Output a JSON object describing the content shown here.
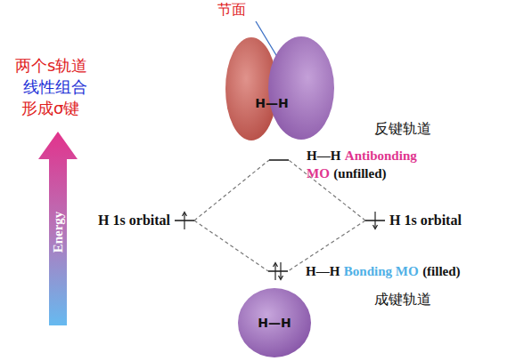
{
  "diagram": {
    "nodes": [
      {
        "text": [
          "H—H"
        ]
      },
      {
        "text": [
          "H—H",
          "Antibonding MO",
          "(unfilled)"
        ]
      },
      {
        "text": [
          "H 1s orbital"
        ]
      },
      {
        "text": [
          "H 1s orbital"
        ]
      },
      {
        "text": [
          "H—H",
          "Bonding MO",
          "(filled)"
        ]
      },
      {
        "text": [
          "H—H"
        ]
      }
    ],
    "edges": [
      {
        "from": 2,
        "to": 1,
        "arrow": "none"
      },
      {
        "from": 2,
        "to": 4,
        "arrow": "none"
      },
      {
        "from": 3,
        "to": 1,
        "arrow": "none"
      },
      {
        "from": 3,
        "to": 4,
        "arrow": "none"
      }
    ],
    "labels": [
      "节面",
      "两个s轨道",
      "线性组合",
      "形成σ键",
      "Energy",
      "反键轨道",
      "成键轨道"
    ]
  }
}
